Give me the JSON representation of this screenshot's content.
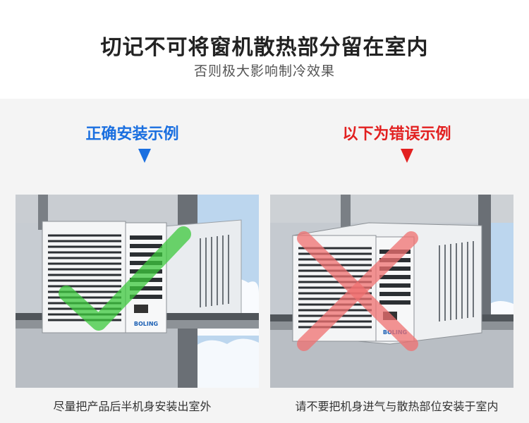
{
  "header": {
    "title": "切记不可将窗机散热部分留在室内",
    "subtitle": "否则极大影响制冷效果"
  },
  "panels": [
    {
      "heading": "正确安装示例",
      "caption": "尽量把产品后半机身安装出室外",
      "brand": "BOLING",
      "mark": "check",
      "mark_color": "#3cc83c"
    },
    {
      "heading": "以下为错误示例",
      "caption": "请不要把机身进气与散热部位安装于室内",
      "brand": "BOLING",
      "mark": "cross",
      "mark_color": "#f07070"
    }
  ],
  "colors": {
    "good": "#1a6fe0",
    "bad": "#e22020"
  },
  "icons": {
    "good_arrow": "triangle-down-icon",
    "bad_arrow": "triangle-down-icon"
  }
}
